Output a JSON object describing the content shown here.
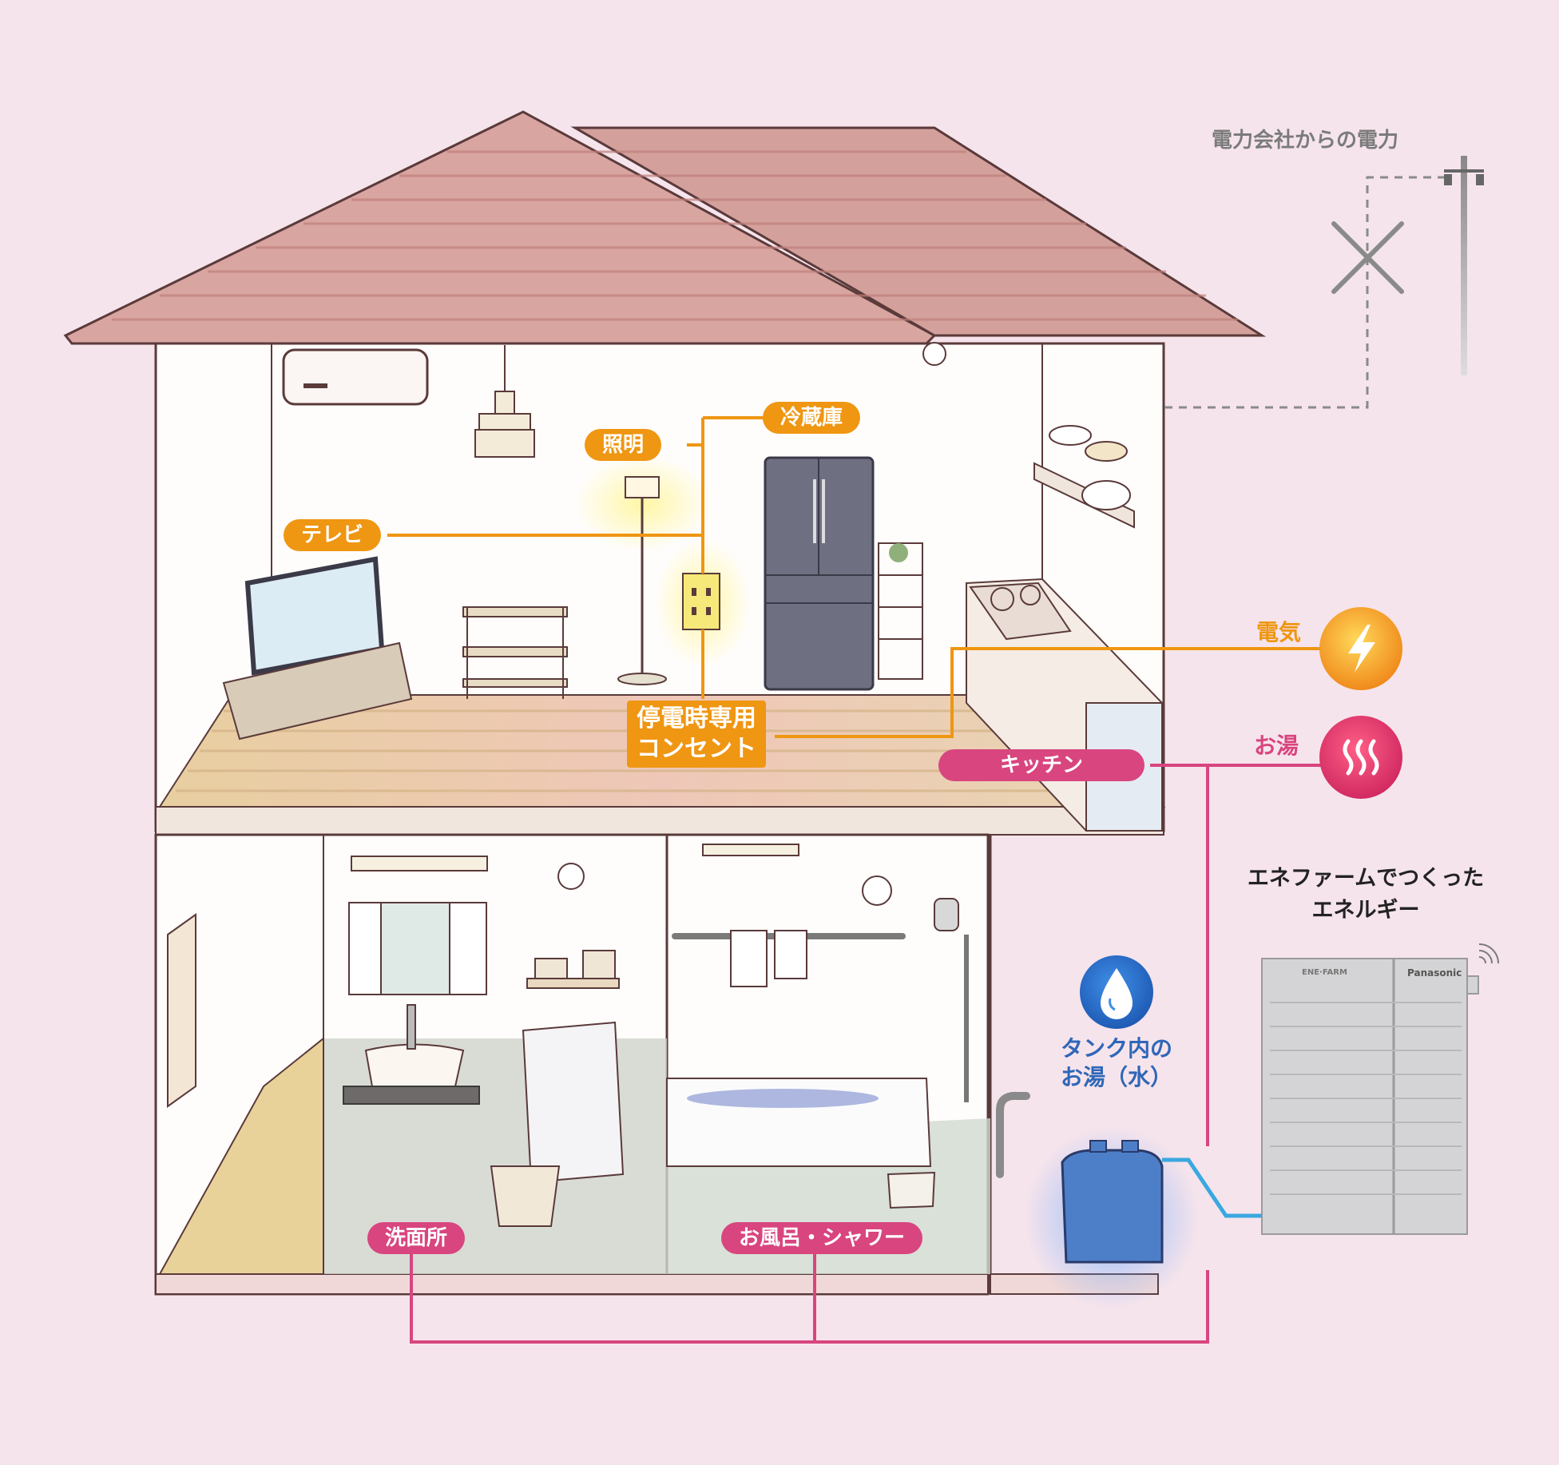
{
  "grid": {
    "title": "電力会社からの電力"
  },
  "appliances": {
    "fridge": "冷蔵庫",
    "lighting": "照明",
    "tv": "テレビ",
    "outage_outlet_line1": "停電時専用",
    "outage_outlet_line2": "コンセント"
  },
  "legend": {
    "electricity": "電気",
    "hot_water": "お湯"
  },
  "hot_water_points": {
    "kitchen": "キッチン",
    "washroom": "洗面所",
    "bath": "お風呂・シャワー"
  },
  "tank": {
    "line1": "タンク内の",
    "line2": "お湯（水）"
  },
  "enefarm": {
    "line1": "エネファームでつくった",
    "line2": "エネルギー",
    "brand_left": "ENE·FARM",
    "brand_right": "Panasonic"
  },
  "colors": {
    "background": "#f6e4ec",
    "electricity": "#ef9612",
    "hot_water": "#d8457f",
    "water": "#2f8fd8",
    "roof": "#d9a5a1",
    "grid_line": "#8a8a8a"
  }
}
